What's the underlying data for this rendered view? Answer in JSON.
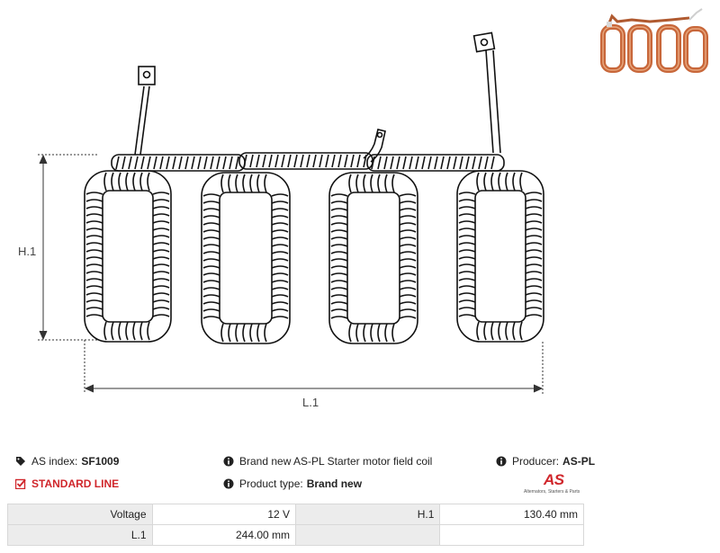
{
  "drawing": {
    "height_label": "H.1",
    "length_label": "L.1",
    "photo_alt_name": "product-photo"
  },
  "info": {
    "index_label": "AS index:",
    "index_value": "SF1009",
    "line_label": "STANDARD LINE",
    "description": "Brand new AS-PL Starter motor field coil",
    "product_type_label": "Product type:",
    "product_type_value": "Brand new",
    "producer_label": "Producer:",
    "producer_value": "AS-PL",
    "logo_text": "AS",
    "logo_subtitle": "Alternators, Starters & Parts"
  },
  "specs": [
    {
      "label": "Voltage",
      "value": "12 V",
      "label2": "H.1",
      "value2": "130.40 mm"
    },
    {
      "label": "L.1",
      "value": "244.00 mm",
      "label2": "",
      "value2": ""
    }
  ],
  "colors": {
    "accent": "#d0262b",
    "copper": "#c8673a",
    "table_label_bg": "#ececec"
  }
}
